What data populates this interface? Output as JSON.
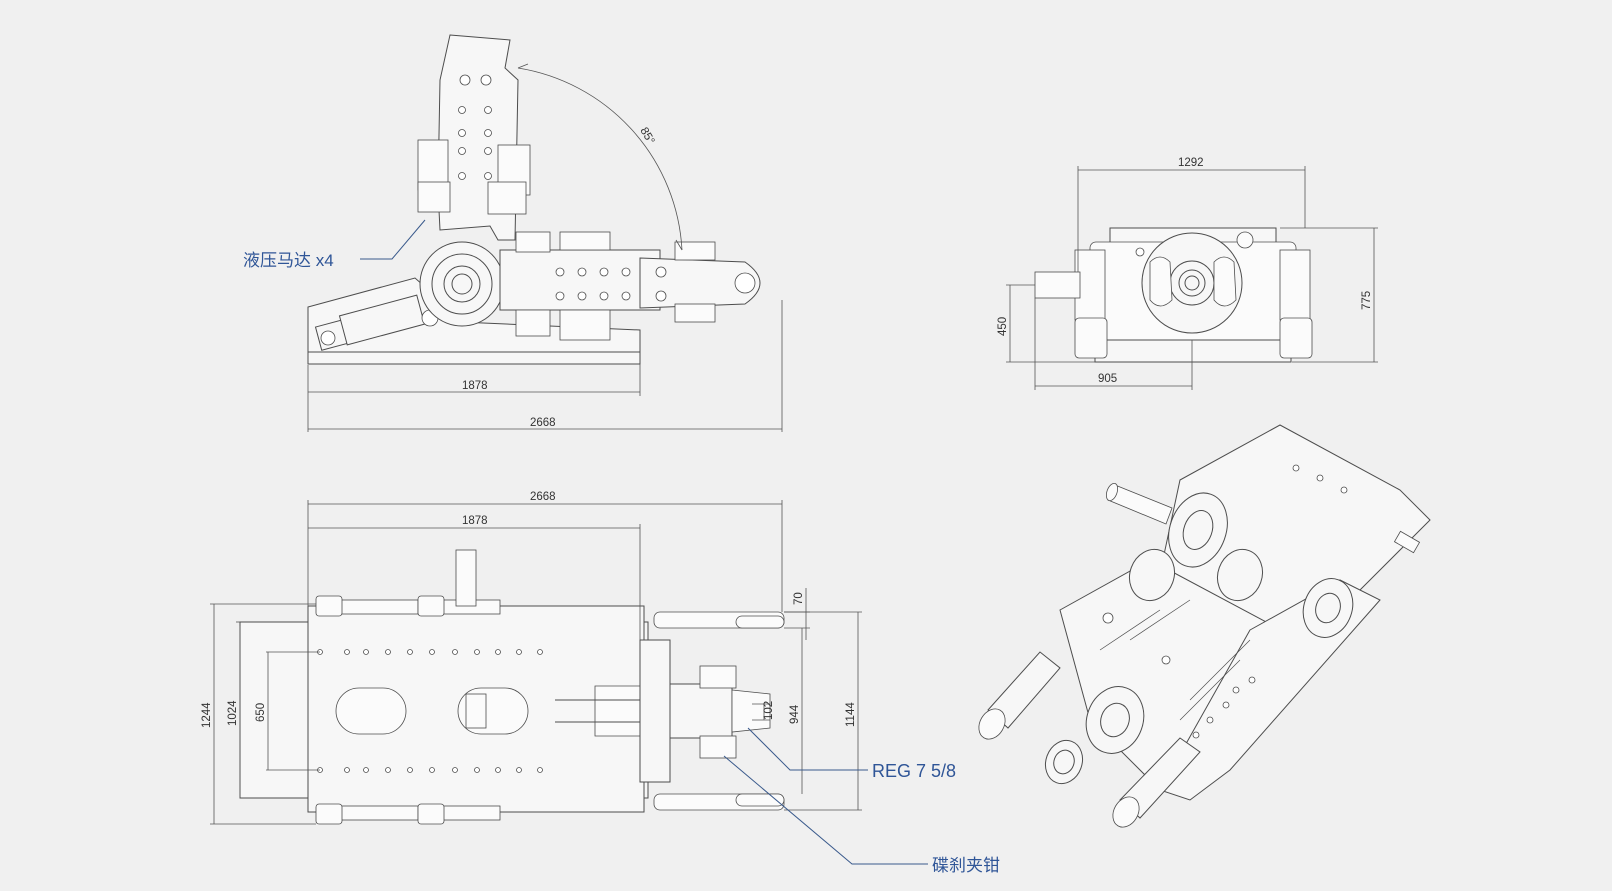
{
  "colors": {
    "background": "#f0f0f0",
    "line": "#4d4d4d",
    "callout": "#2f5597"
  },
  "callouts": {
    "hydraulic_motor": "液压马达 x4",
    "reg_thread": "REG 7 5/8",
    "disc_brake_caliper": "碟刹夹钳"
  },
  "side_view": {
    "angle": "85°",
    "dim_inner_length": "1878",
    "dim_total_length": "2668"
  },
  "front_view": {
    "dim_width": "1292",
    "dim_height": "775",
    "dim_axis_height": "450",
    "dim_axis_offset": "905"
  },
  "top_view": {
    "dim_total_length": "2668",
    "dim_inner_length": "1878",
    "dim_outer_width": "1244",
    "dim_frame_width": "1024",
    "dim_hole_spacing": "650",
    "dim_clamp_small": "70",
    "dim_clamp_width": "944",
    "dim_fork_width": "1144",
    "dim_bore": "102"
  }
}
